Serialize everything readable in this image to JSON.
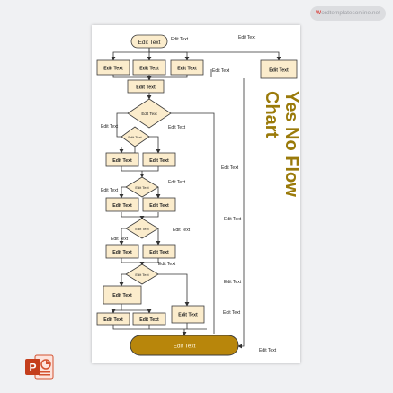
{
  "watermark": {
    "brand_initial": "W",
    "brand_rest": "ordtemplatesonline.net"
  },
  "colors": {
    "box_fill": "#fbeccc",
    "box_stroke": "#3a3a3a",
    "terminal_fill": "#b8860b",
    "title_color": "#9a7a0a",
    "line": "#333333"
  },
  "flowchart": {
    "title_line1": "Yes No Flow",
    "title_line2": "Chart",
    "nodes": {
      "start": "Edit Text",
      "row1_a": "Edit Text",
      "row1_b": "Edit Text",
      "row1_c": "Edit Text",
      "right_box": "Edit Text",
      "merge1": "Edit Text",
      "diamond1": "Edit Text",
      "diamond2": "Edit Text",
      "row2_a": "Edit Text",
      "row2_b": "Edit Text",
      "diamond3": "Edit Text",
      "row3_a": "Edit Text",
      "row3_b": "Edit Text",
      "diamond4": "Edit Text",
      "row4_a": "Edit Text",
      "row4_b": "Edit Text",
      "diamond5": "Edit Text",
      "box5": "Edit Text",
      "box6_right": "Edit Text",
      "row7_a": "Edit Text",
      "row7_b": "Edit Text",
      "end": "Edit Text"
    },
    "annotations": {
      "a1": "Edit Text",
      "a2": "Edit Text",
      "a3": "Edit Text",
      "a4": "Edit Text",
      "a5": "Edit Text",
      "a6": "Edit Text",
      "a7": "Edit Text",
      "a8": "Edit Text",
      "a9": "Edit Text",
      "a10": "Edit Text",
      "a11": "Edit Text",
      "a12": "Edit Text",
      "a13": "Edit Text",
      "a14": "Edit Text",
      "a15": "Edit Text"
    }
  },
  "app_icon": {
    "name": "powerpoint-icon",
    "letter": "P"
  }
}
